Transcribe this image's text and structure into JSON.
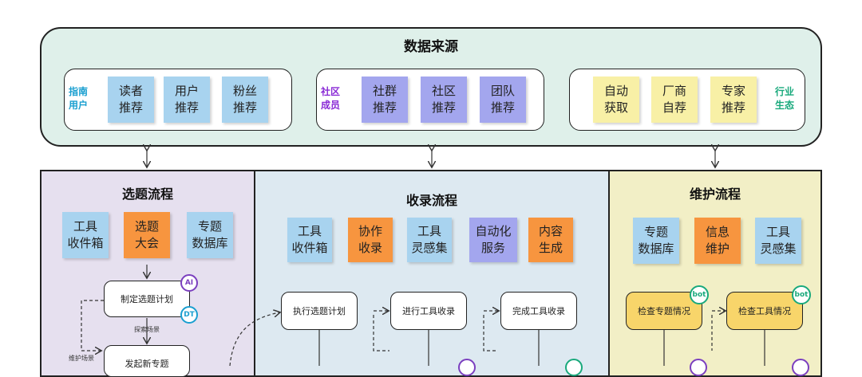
{
  "source": {
    "title": "数据来源",
    "groups": [
      {
        "label": "指南\n用户",
        "label_color": "#1a9fd0",
        "notes": [
          "读者\n推荐",
          "用户\n推荐",
          "粉丝\n推荐"
        ]
      },
      {
        "label": "社区\n成员",
        "label_color": "#8a2bd6",
        "notes": [
          "社群\n推荐",
          "社区\n推荐",
          "团队\n推荐"
        ]
      },
      {
        "label": "行业\n生态",
        "label_color": "#19a97c",
        "notes": [
          "自动\n获取",
          "厂商\n自荐",
          "专家\n推荐"
        ]
      }
    ]
  },
  "lanes": {
    "selection": {
      "title": "选题流程",
      "notes": [
        "工具\n收件箱",
        "选题\n大会",
        "专题\n数据库"
      ],
      "steps": [
        "制定选题计划",
        "发起新专题"
      ],
      "labels": [
        "探索场景",
        "维护场景"
      ],
      "badges": [
        "AI",
        "DT"
      ]
    },
    "collection": {
      "title": "收录流程",
      "notes": [
        "工具\n收件箱",
        "协作\n收录",
        "工具\n灵感集",
        "自动化\n服务",
        "内容\n生成"
      ],
      "steps": [
        "执行选题计划",
        "进行工具收录",
        "完成工具收录"
      ]
    },
    "maintenance": {
      "title": "维护流程",
      "notes": [
        "专题\n数据库",
        "信息\n维护",
        "工具\n灵感集"
      ],
      "steps": [
        "检查专题情况",
        "检查工具情况"
      ],
      "badges": [
        "bot",
        "bot"
      ]
    }
  },
  "colors": {
    "source_bg": "#dff0ea",
    "selection_bg": "#e6e0ef",
    "collection_bg": "#dde9f1",
    "maintenance_bg": "#f2efc6",
    "ai_purple": "#7b3fbf",
    "dt_blue": "#1a9fd0",
    "bot_green": "#19a97c"
  }
}
